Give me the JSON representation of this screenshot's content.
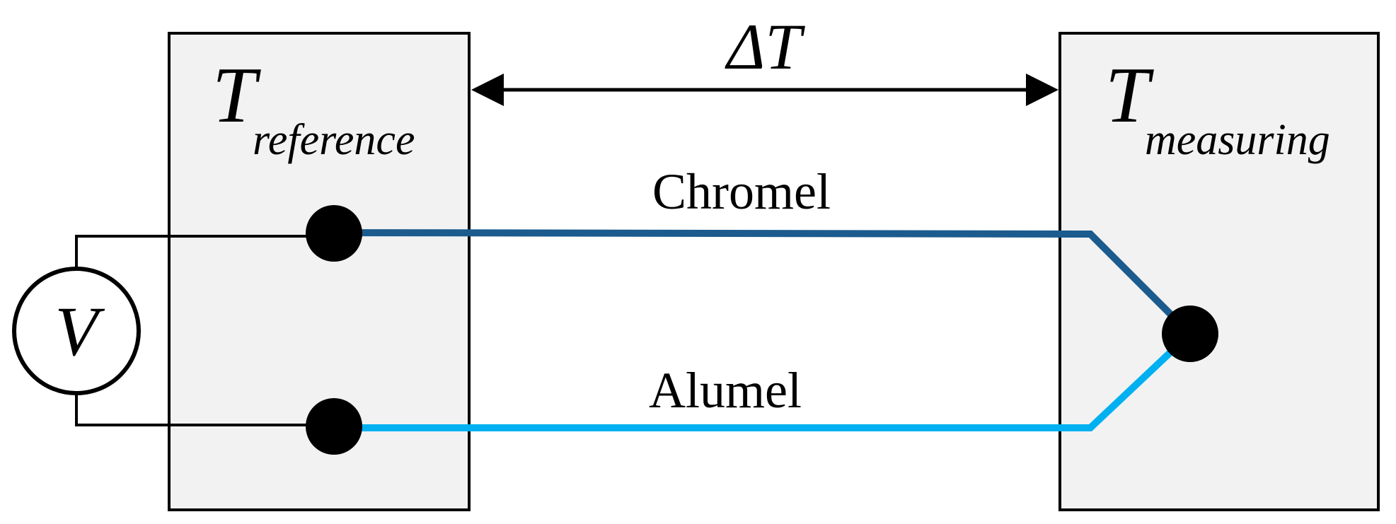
{
  "diagram": {
    "reference_block": {
      "symbol": "T",
      "subscript": "reference"
    },
    "measuring_block": {
      "symbol": "T",
      "subscript": "measuring"
    },
    "delta_label": "ΔT",
    "voltmeter_label": "V",
    "wires": {
      "chromel": {
        "label": "Chromel",
        "color": "#1B5B8E"
      },
      "alumel": {
        "label": "Alumel",
        "color": "#00B0F0"
      }
    },
    "colors": {
      "block_fill": "#F2F2F2",
      "stroke": "#000000",
      "junction": "#000000"
    }
  }
}
